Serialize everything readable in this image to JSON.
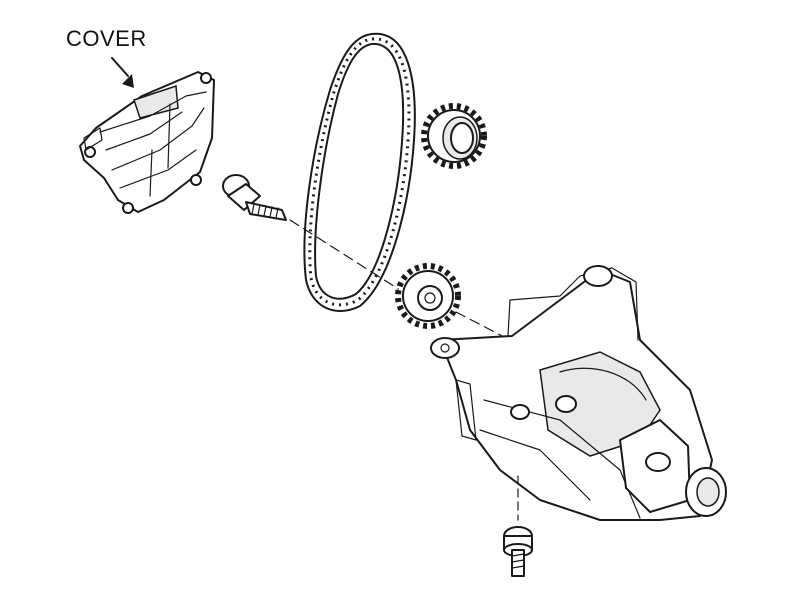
{
  "labels": {
    "cover": "COVER"
  },
  "parts": [
    "cover",
    "bolt",
    "timing-chain",
    "upper-sprocket",
    "lower-sprocket",
    "oil-pump-housing",
    "mounting-bolt"
  ],
  "colors": {
    "line": "#1a1a1a",
    "background": "#ffffff",
    "shade": "#e9e9e9"
  }
}
